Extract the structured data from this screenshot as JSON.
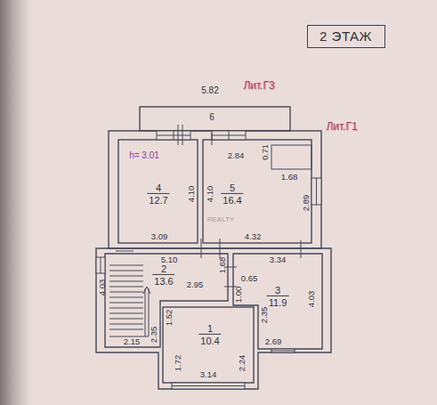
{
  "diagram": {
    "nodes": [
      {
        "text": [
          "2 ЭТАЖ"
        ]
      },
      {
        "text": [
          "4",
          "12.7"
        ]
      },
      {
        "text": [
          "5",
          "16.4"
        ]
      },
      {
        "text": [
          "2",
          "13.6"
        ]
      },
      {
        "text": [
          "3",
          "11.9"
        ]
      },
      {
        "text": [
          "1",
          "10.4"
        ]
      }
    ],
    "labels": [
      "5.82",
      "Лит.Г3",
      "6",
      "Лит.Г1",
      "h= 3.01",
      "2.84",
      "0.71",
      "1.68",
      "4.10",
      "4.10",
      "2.89",
      "3.09",
      "4.32",
      "5.10",
      "1.68",
      "3.34",
      "4.03",
      "2.95",
      "0.65",
      "1.00",
      "2.35",
      "4.03",
      "1.52",
      "2.35",
      "2.15",
      "1.72",
      "2.24",
      "2.69",
      "3.14",
      "REALTY"
    ]
  }
}
